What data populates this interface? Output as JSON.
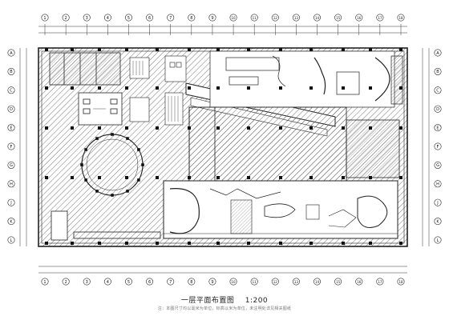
{
  "drawing": {
    "title": "一层平面布置图",
    "scale": "1:200",
    "note": "注：本图尺寸均以毫米为单位，标高以米为单位，未注明处详见相关图纸"
  },
  "top_axes": [
    "1",
    "2",
    "3",
    "4",
    "5",
    "6",
    "7",
    "8",
    "9",
    "10",
    "11",
    "12",
    "13",
    "14",
    "15",
    "16",
    "17",
    "18"
  ],
  "bottom_axes": [
    "1",
    "2",
    "3",
    "4",
    "5",
    "6",
    "7",
    "8",
    "9",
    "10",
    "11",
    "12",
    "13",
    "14",
    "15",
    "16",
    "17",
    "18"
  ],
  "side_axes": [
    "A",
    "B",
    "C",
    "D",
    "E",
    "F",
    "G",
    "H",
    "J",
    "K",
    "L"
  ],
  "colors": {
    "line": "#222222",
    "hatch": "#555555",
    "paper": "#ffffff",
    "pattern": "#333333"
  },
  "icons": {
    "hatch_fill": "diagonal-hatch",
    "axis_marker": "axis-bubble"
  }
}
